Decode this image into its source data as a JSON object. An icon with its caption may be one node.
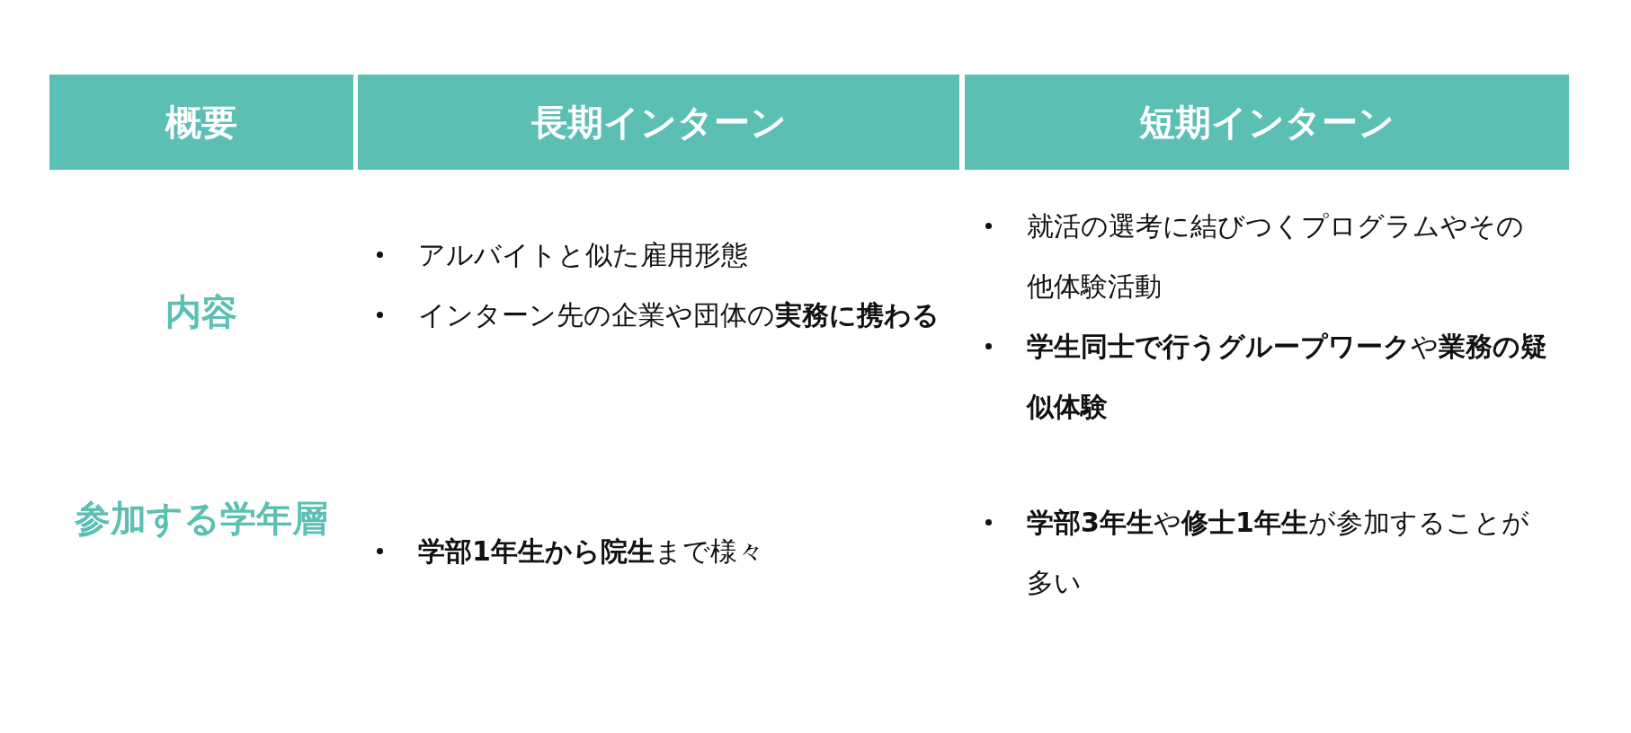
{
  "diagram": {
    "labels": [
      "概要",
      "長期インターン",
      "短期インターン",
      "内容",
      "アルバイトと似た雇用形態",
      "インターン先の企業や団体の**実務に携わる**",
      "就活の選考に結びつくプログラムやその他体験活動",
      "**学生同士で行うグループワーク**や**業務の疑似体験**",
      "参加する学年層",
      "**学部1年生から院生**まで様々",
      "**学部3年生**や**修士1年生**が参加することが多い"
    ]
  }
}
